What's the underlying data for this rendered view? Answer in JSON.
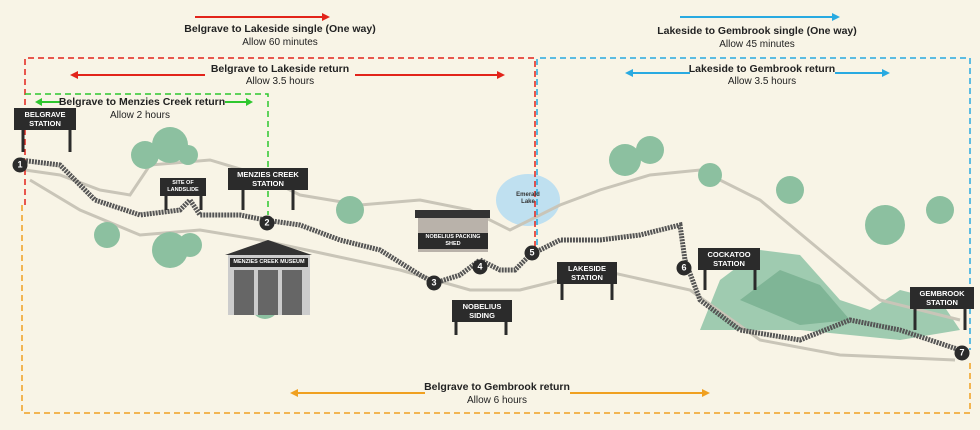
{
  "routes": {
    "belgrave_lakeside_single": {
      "title": "Belgrave to Lakeside single (One way)",
      "time": "Allow 60 minutes",
      "color": "#e2231a"
    },
    "belgrave_lakeside_return": {
      "title": "Belgrave to Lakeside return",
      "time": "Allow 3.5 hours",
      "color": "#e2231a"
    },
    "belgrave_menzies_return": {
      "title": "Belgrave to Menzies Creek return",
      "time": "Allow 2 hours",
      "color": "#2ec72e"
    },
    "lakeside_gembrook_single": {
      "title": "Lakeside to Gembrook single (One way)",
      "time": "Allow 45 minutes",
      "color": "#29aae1"
    },
    "lakeside_gembrook_return": {
      "title": "Lakeside to Gembrook return",
      "time": "Allow 3.5 hours",
      "color": "#29aae1"
    },
    "belgrave_gembrook_return": {
      "title": "Belgrave to Gembrook return",
      "time": "Allow 6 hours",
      "color": "#f0a020"
    }
  },
  "signs": {
    "belgrave": "Belgrave Station",
    "landslide": "Site of Landslide",
    "menzies": "Menzies Creek Station",
    "museum": "Menzies Creek Museum",
    "nobelius_shed": "Nobelius Packing Shed",
    "nobelius_siding": "Nobelius Siding",
    "emerald_lake": "Emerald Lake",
    "lakeside": "Lakeside Station",
    "cockatoo": "Cockatoo Station",
    "gembrook": "Gembrook Station"
  },
  "stops": [
    "1",
    "2",
    "3",
    "4",
    "5",
    "6",
    "7"
  ],
  "colors": {
    "track": "#555555",
    "path": "#c9c5b8",
    "tree": "#8cc0a0",
    "hill": "#9fcbb0",
    "lake": "#bfe0f0"
  }
}
